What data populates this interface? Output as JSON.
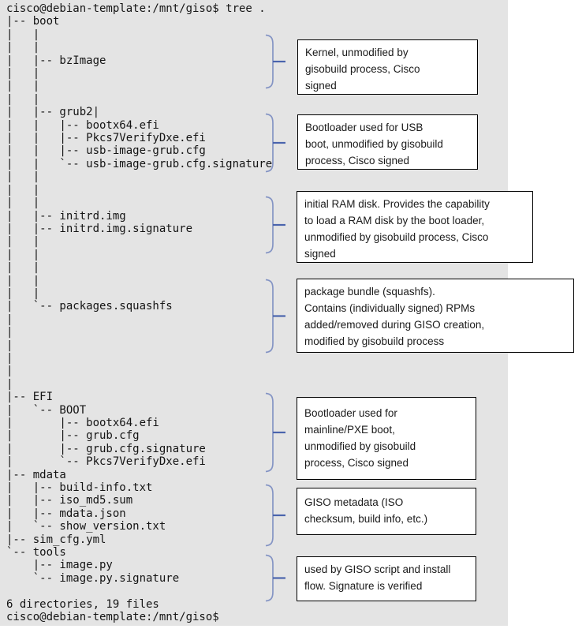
{
  "terminal": {
    "lines": [
      "cisco@debian-template:/mnt/giso$ tree .",
      "|-- boot",
      "|   |",
      "|   |",
      "|   |-- bzImage",
      "|   |",
      "|   |",
      "|   |",
      "|   |-- grub2|",
      "|   |   |-- bootx64.efi",
      "|   |   |-- Pkcs7VerifyDxe.efi",
      "|   |   |-- usb-image-grub.cfg",
      "|   |   `-- usb-image-grub.cfg.signature",
      "|   |",
      "|   |",
      "|   |",
      "|   |-- initrd.img",
      "|   |-- initrd.img.signature",
      "|   |",
      "|   |",
      "|   |",
      "|   |",
      "|   |",
      "|   `-- packages.squashfs",
      "|",
      "|",
      "|",
      "|",
      "|",
      "|",
      "|-- EFI",
      "|   `-- BOOT",
      "|       |-- bootx64.efi",
      "|       |-- grub.cfg",
      "|       |-- grub.cfg.signature",
      "|       `-- Pkcs7VerifyDxe.efi",
      "|-- mdata",
      "|   |-- build-info.txt",
      "|   |-- iso_md5.sum",
      "|   |-- mdata.json",
      "|   `-- show_version.txt",
      "|-- sim_cfg.yml",
      "`-- tools",
      "    |-- image.py",
      "    `-- image.py.signature",
      "",
      "6 directories, 19 files",
      "cisco@debian-template:/mnt/giso$"
    ],
    "summary": "6 directories, 19 files",
    "prompt": "cisco@debian-template:/mnt/giso$"
  },
  "annotations": [
    {
      "id": "kernel",
      "text": "Kernel, unmodified by\ngisobuild process, Cisco\nsigned"
    },
    {
      "id": "usb-bootloader",
      "text": "Bootloader used for USB\nboot, unmodified by gisobuild\nprocess, Cisco signed"
    },
    {
      "id": "initrd",
      "text": "initial RAM disk. Provides the capability\nto load a RAM disk by the boot loader,\nunmodified by gisobuild process, Cisco\nsigned"
    },
    {
      "id": "packages",
      "text": "package bundle (squashfs).\nContains (individually signed) RPMs\nadded/removed during  GISO creation,\nmodified by gisobuild process"
    },
    {
      "id": "pxe-bootloader",
      "text": "Bootloader used for\nmainline/PXE boot,\nunmodified by gisobuild\nprocess, Cisco signed"
    },
    {
      "id": "mdata",
      "text": "GISO metadata (ISO\nchecksum, build info, etc.)"
    },
    {
      "id": "tools",
      "text": "used by GISO script and install\nflow. Signature is verified"
    }
  ],
  "colors": {
    "panel_bg": "#e4e4e4",
    "terminal_text": "#141414",
    "box_bg": "#ffffff",
    "box_border": "#000000",
    "brace_body": "#8494c4",
    "brace_tick": "#4a64ad"
  }
}
